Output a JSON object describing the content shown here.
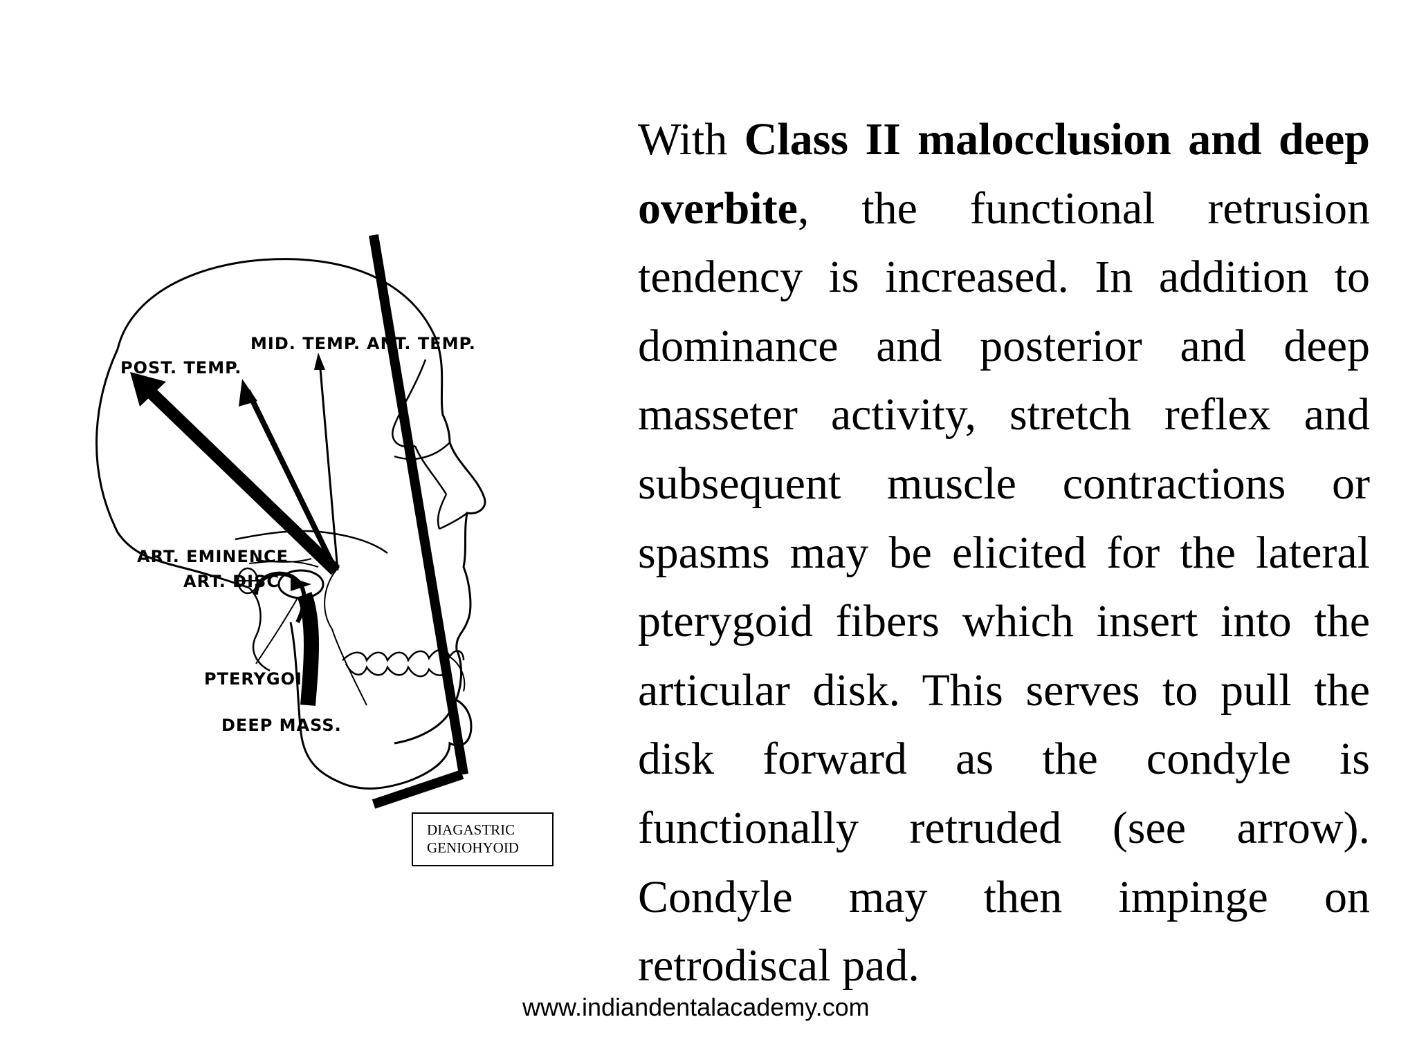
{
  "figure": {
    "labels": {
      "post_temp": "POST. TEMP.",
      "mid_temp": "MID. TEMP.",
      "ant_temp": "ANT. TEMP.",
      "art_eminence": "ART. EMINENCE",
      "art_disc": "ART. DISC",
      "pterygoid": "PTERYGOID",
      "deep_mass": "DEEP MASS."
    },
    "box_label": {
      "line1": "DIAGASTRIC",
      "line2": "GENIOHYOID"
    }
  },
  "text": {
    "lead": "With",
    "bold_1": "Class II malocclusion and deep overbite",
    "rest": ", the functional retrusion tendency is increased. In addition to dominance and posterior and deep masseter activity, stretch reflex and subsequent muscle contractions or spasms may be elicited for the lateral pterygoid fibers which insert into the articular disk. This serves to pull the disk forward as the condyle is functionally retruded (see arrow). Condyle may then impinge on retrodiscal pad."
  },
  "footer": {
    "url": "www.indiandentalacademy.com"
  }
}
